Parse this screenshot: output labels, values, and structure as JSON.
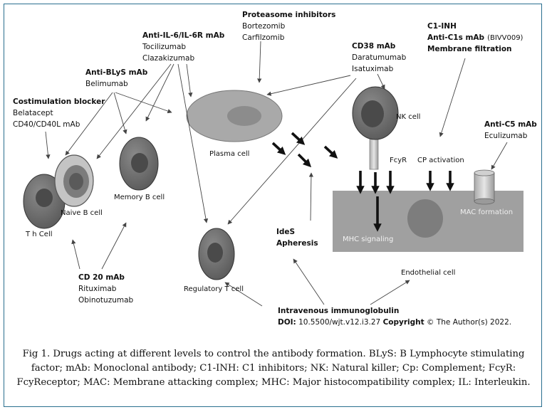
{
  "labels": {
    "costim_title": "Costimulation blocker",
    "costim_1": "Belatacept",
    "costim_2": "CD40/CD40L mAb",
    "blys_title": "Anti-BLyS mAb",
    "blys_1": "Belimumab",
    "il6_title": "Anti-IL-6/IL-6R mAb",
    "il6_1": "Tocilizumab",
    "il6_2": "Clazakizumab",
    "prot_title": "Proteasome inhibitors",
    "prot_1": "Bortezomib",
    "prot_2": "Carfilzomib",
    "cd38_title": "CD38 mAb",
    "cd38_1": "Daratumumab",
    "cd38_2": "Isatuximab",
    "c1_title": "C1-INH",
    "c1s_title": "Anti-C1s mAb",
    "c1s_note": "(BIVV009)",
    "memfilt_title": "Membrane filtration",
    "c5_title": "Anti-C5 mAb",
    "c5_1": "Eculizumab",
    "nk_cell": "NK cell",
    "fcyr": "FcyR",
    "cp_activation": "CP activation",
    "mac_formation": "MAC formation",
    "mhc_signaling": "MHC signaling",
    "plasma_cell": "Plasma cell",
    "memory_b": "Memory B cell",
    "naive_b": "Naive B cell",
    "th_cell": "T h Cell",
    "reg_t": "Regulatory T cell",
    "ides": "IdeS",
    "apheresis": "Apheresis",
    "endothelial": "Endothelial cell",
    "cd20_title": "CD 20 mAb",
    "cd20_1": "Rituximab",
    "cd20_2": "Obinotuzumab",
    "ivig": "Intravenous immunoglobulin",
    "doi_label": "DOI:",
    "doi_value": "10.5500/wjt.v12.i3.27",
    "copyright_label": "Copyright",
    "copyright_value": "© The Author(s) 2022."
  },
  "caption": "Fig 1.  Drugs acting at different levels to control the antibody formation. BLyS: B Lymphocyte stimulating factor; mAb: Monoclonal antibody; C1-INH: C1 inhibitors; NK: Natural killer; Cp: Complement; FcyR: FcyReceptor; MAC: Membrane attacking complex; MHC: Major histocompatibility complex; IL: Interleukin.",
  "colors": {
    "frame": "#2a6f8f",
    "cell_outer": "#6e6e6e",
    "cell_inner": "#4a4a4a",
    "plasma_outer": "#a9a9a9",
    "plasma_inner": "#8c8c8c",
    "endothelium": "#a0a0a0"
  }
}
